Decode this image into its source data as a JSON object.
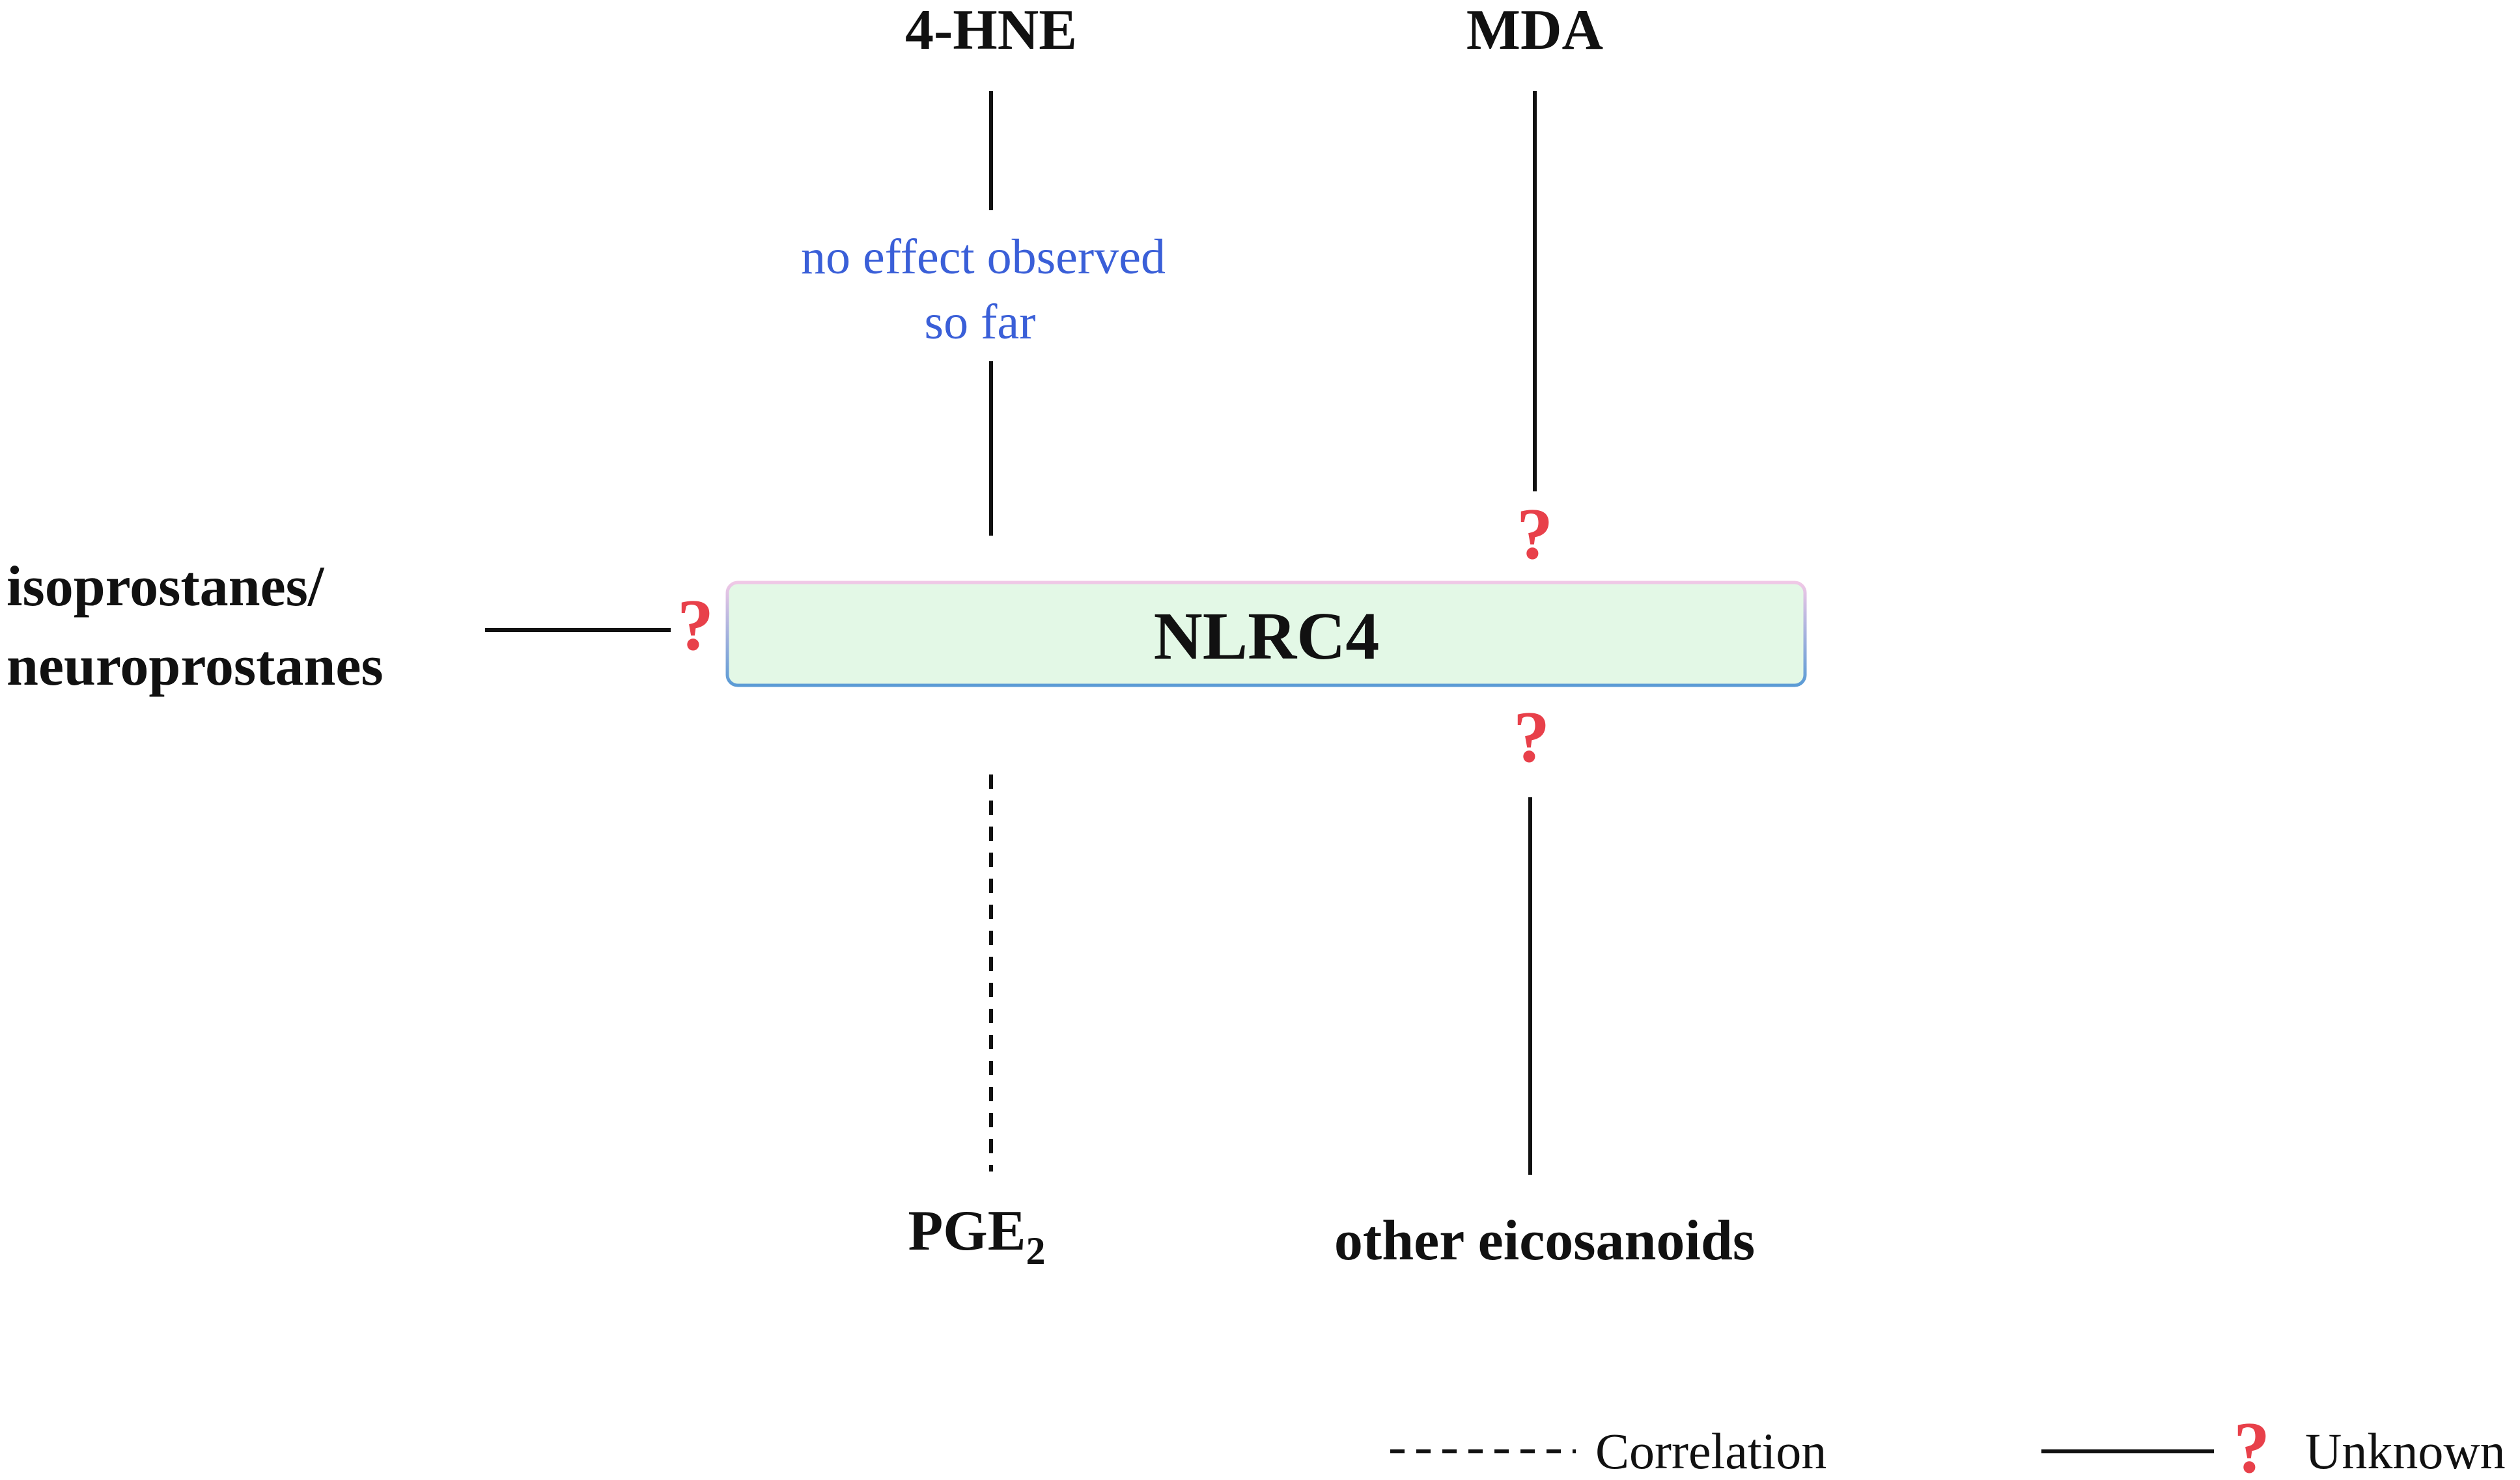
{
  "colors": {
    "box_fill": "#e3f8e6",
    "box_stroke_top": "#f0c8e6",
    "box_stroke_bottom": "#5b9bd5",
    "note_text": "#3a5fd8",
    "question_mark": "#e8404a",
    "line": "#111111"
  },
  "nodes": {
    "center": "NLRC4",
    "hne": "4-HNE",
    "mda": "MDA",
    "isoprostanes_line1": "isoprostanes/",
    "isoprostanes_line2": "neuroprostanes",
    "pge2_base": "PGE",
    "pge2_sub": "2",
    "eicosanoids": "other eicosanoids"
  },
  "annotations": {
    "hne_note_line1": "no effect observed",
    "hne_note_line2": "so far",
    "unknown_mark": "?"
  },
  "legend": {
    "correlation": "Correlation",
    "unknown": "Unknown"
  }
}
